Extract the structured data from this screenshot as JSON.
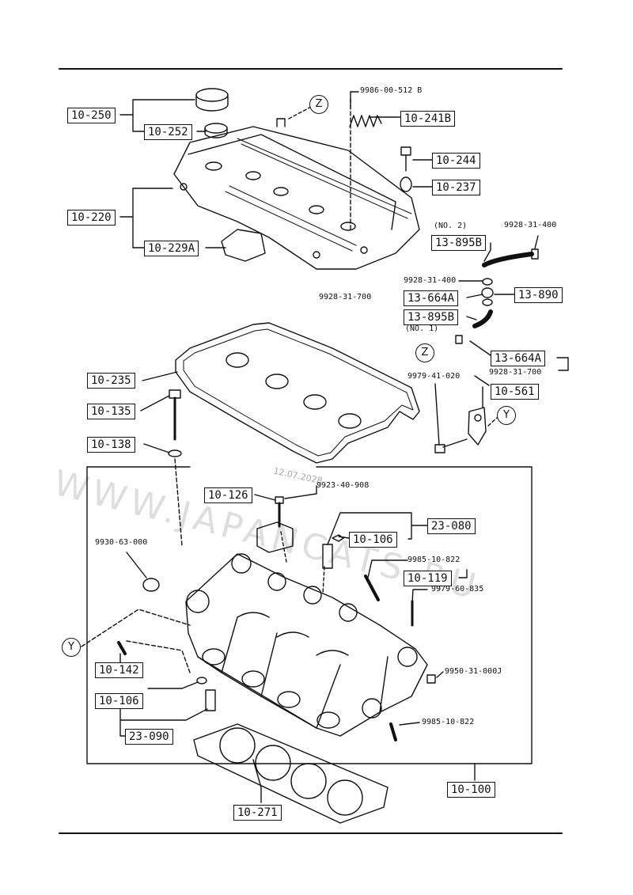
{
  "labels": {
    "l10250": "10-250",
    "l10252": "10-252",
    "l10241b": "10-241B",
    "l10244": "10-244",
    "l10237": "10-237",
    "l10220": "10-220",
    "l10229a": "10-229A",
    "l13895b2": "13-895B",
    "l13664a1": "13-664A",
    "l13890": "13-890",
    "l13895b1": "13-895B",
    "l13664a2": "13-664A",
    "l10561": "10-561",
    "l10235": "10-235",
    "l10135": "10-135",
    "l10138": "10-138",
    "l10126": "10-126",
    "l23080": "23-080",
    "l10106a": "10-106",
    "l10119": "10-119",
    "l10142": "10-142",
    "l10106b": "10-106",
    "l23090": "23-090",
    "l10271": "10-271",
    "l10100": "10-100"
  },
  "parts": {
    "p1": "9986-00-512 B",
    "p2": "9928-31-400",
    "p3": "9928-31-400",
    "p4": "9928-31-700",
    "p5": "9928-31-700",
    "p6": "9979-41-020",
    "p7": "9923-40-908",
    "p8": "9930-63-000",
    "p9": "9985-10-822",
    "p10": "9979-60-835",
    "p11": "9950-31-000J",
    "p12": "9985-10-822"
  },
  "notes": {
    "no2": "(NO. 2)",
    "no1": "(NO. 1)"
  },
  "refs": {
    "z1": "Z",
    "z2": "Z",
    "y1": "Y",
    "y2": "Y"
  },
  "watermark": {
    "text": "WWW.JAPANCATS.RU",
    "date": "12.07.2028"
  }
}
